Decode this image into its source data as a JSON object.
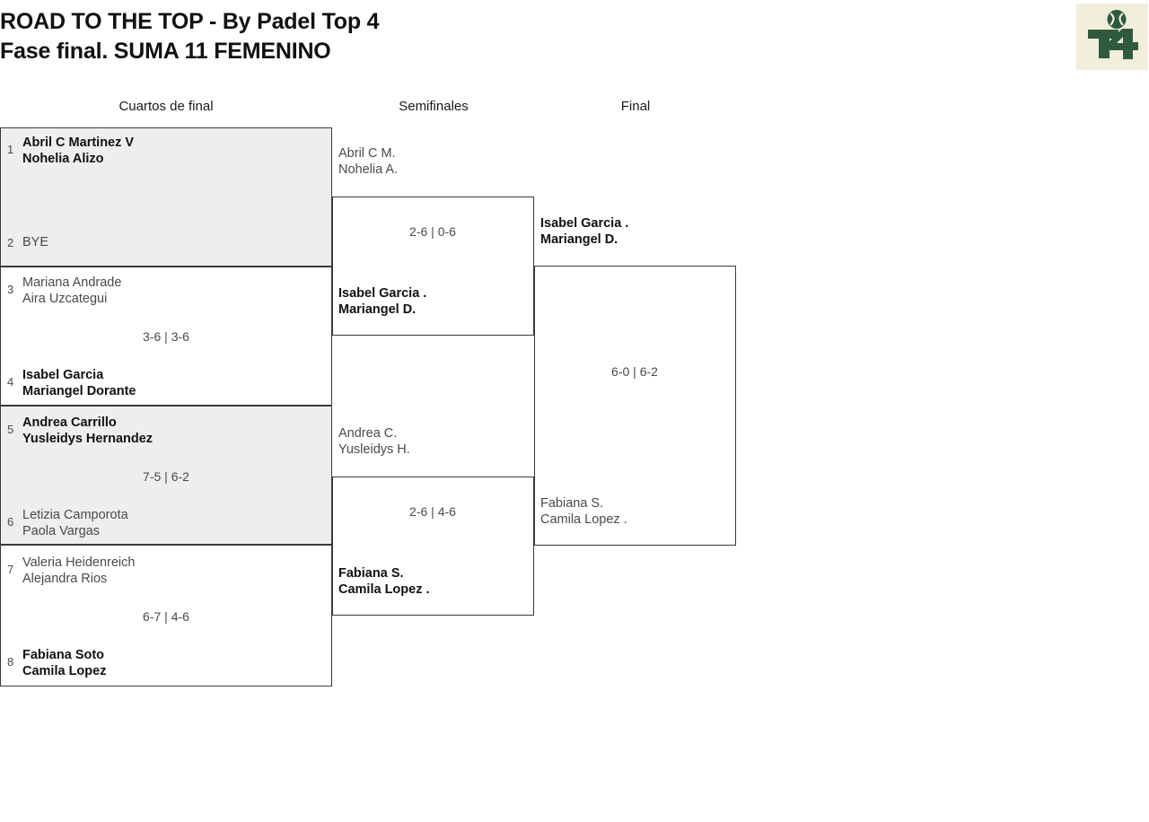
{
  "header": {
    "title_line1": "ROAD TO THE TOP - By Padel Top 4",
    "title_line2": "Fase final. SUMA 11 FEMENINO",
    "logo_alt": "Padel Top 4 logo",
    "logo_bg": "#f2eedc",
    "logo_color": "#2f5a3d"
  },
  "rounds": [
    {
      "label": "Cuartos de final"
    },
    {
      "label": "Semifinales"
    },
    {
      "label": "Final"
    }
  ],
  "bracket": {
    "quarterfinals": [
      {
        "seed_top": "1",
        "top_line1": "Abril C Martinez V",
        "top_line2": "Nohelia Alizo",
        "top_result": "win",
        "seed_bottom": "2",
        "bottom_line1": "BYE",
        "bottom_line2": "",
        "bottom_result": "lose",
        "score": "",
        "shaded": true
      },
      {
        "seed_top": "3",
        "top_line1": "Mariana Andrade",
        "top_line2": "Aira Uzcategui",
        "top_result": "lose",
        "seed_bottom": "4",
        "bottom_line1": "Isabel Garcia",
        "bottom_line2": "Mariangel Dorante",
        "bottom_result": "win",
        "score": "3-6 | 3-6",
        "shaded": false
      },
      {
        "seed_top": "5",
        "top_line1": "Andrea Carrillo",
        "top_line2": "Yusleidys Hernandez",
        "top_result": "win",
        "seed_bottom": "6",
        "bottom_line1": "Letizia Camporota",
        "bottom_line2": "Paola Vargas",
        "bottom_result": "lose",
        "score": "7-5 | 6-2",
        "shaded": true
      },
      {
        "seed_top": "7",
        "top_line1": "Valeria Heidenreich",
        "top_line2": "Alejandra Rios",
        "top_result": "lose",
        "seed_bottom": "8",
        "bottom_line1": "Fabiana Soto",
        "bottom_line2": "Camila Lopez",
        "bottom_result": "win",
        "score": "6-7 | 4-6",
        "shaded": false
      }
    ],
    "semifinals": [
      {
        "top_line1": "Abril C M.",
        "top_line2": "Nohelia A.",
        "top_result": "lose",
        "bottom_line1": "Isabel Garcia .",
        "bottom_line2": "Mariangel D.",
        "bottom_result": "win",
        "score": "2-6 | 0-6"
      },
      {
        "top_line1": "Andrea C.",
        "top_line2": "Yusleidys H.",
        "top_result": "lose",
        "bottom_line1": "Fabiana S.",
        "bottom_line2": "Camila Lopez .",
        "bottom_result": "win",
        "score": "2-6 | 4-6"
      }
    ],
    "final": [
      {
        "top_line1": "Isabel Garcia .",
        "top_line2": "Mariangel D.",
        "top_result": "win",
        "bottom_line1": "Fabiana S.",
        "bottom_line2": "Camila Lopez .",
        "bottom_result": "lose",
        "score": "6-0 | 6-2"
      }
    ]
  }
}
